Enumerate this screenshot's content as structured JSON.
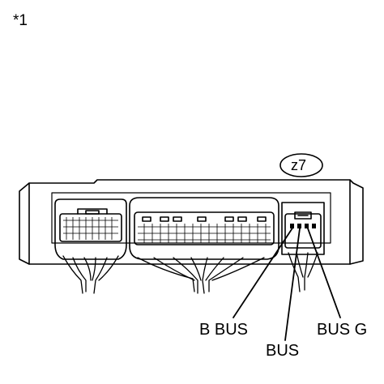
{
  "figure": {
    "note_marker": "*1",
    "connector_label": "z7",
    "terminals": [
      "B BUS",
      "BUS",
      "BUS G"
    ]
  }
}
